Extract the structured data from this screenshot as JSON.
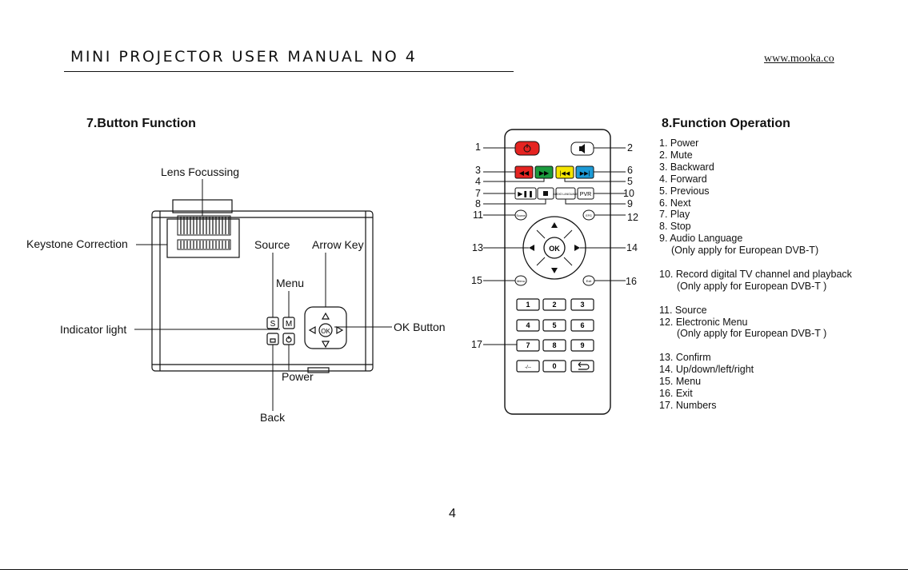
{
  "header": {
    "title": "MINI PROJECTOR USER MANUAL NO 4",
    "site": "www.mooka.co"
  },
  "button_function": {
    "title": "7.Button Function",
    "labels": {
      "lens": "Lens Focussing",
      "keystone": "Keystone Correction",
      "source": "Source",
      "arrow": "Arrow Key",
      "menu": "Menu",
      "indicator": "Indicator light",
      "ok": "OK Button",
      "power": "Power",
      "back": "Back"
    },
    "panel_keys": {
      "s": "S",
      "m": "M",
      "ok": "OK"
    }
  },
  "remote": {
    "callouts": [
      "1",
      "2",
      "3",
      "4",
      "5",
      "6",
      "7",
      "8",
      "9",
      "10",
      "11",
      "12",
      "13",
      "14",
      "15",
      "16",
      "17"
    ],
    "buttons": {
      "audio_lang": "AUDIO LANGUAGE",
      "pvr": "PVR",
      "source": "Source",
      "epg": "EPG",
      "ok": "OK",
      "menu": "Menu",
      "exit": "Exit",
      "dash": "-/--"
    },
    "numbers": [
      "1",
      "2",
      "3",
      "4",
      "5",
      "6",
      "7",
      "8",
      "9",
      "0"
    ]
  },
  "function_operation": {
    "title": "8.Function Operation",
    "items": [
      "1. Power",
      "2. Mute",
      "3. Backward",
      "4. Forward",
      "5. Previous",
      "6. Next",
      "7. Play",
      "8. Stop",
      "9. Audio Language",
      "(Only apply for European DVB-T)",
      "10. Record digital TV channel and playback",
      "(Only apply for European DVB-T )",
      "11. Source",
      "12. Electronic Menu",
      "(Only apply for European DVB-T )",
      "13. Confirm",
      "14. Up/down/left/right",
      "15. Menu",
      "16. Exit",
      "17. Numbers"
    ]
  },
  "page_number": "4",
  "colors": {
    "red": "#e52421",
    "green": "#1a9b3d",
    "yellow": "#f5e500",
    "blue": "#1c9ad6"
  }
}
